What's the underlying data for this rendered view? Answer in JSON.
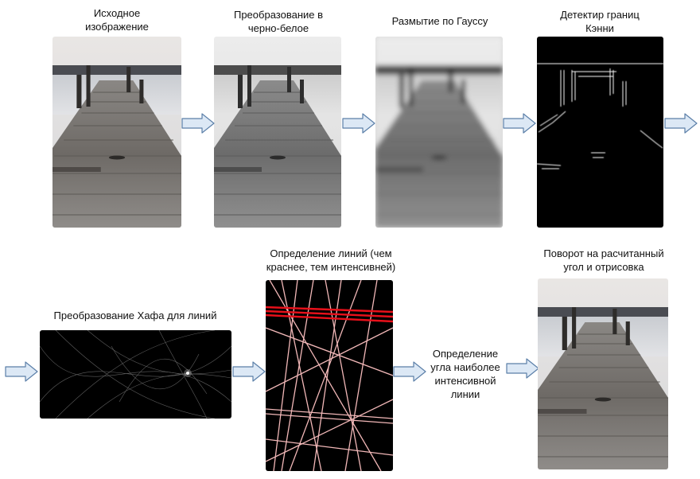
{
  "captions": {
    "original": "Исходное\nизображение",
    "grayscale": "Преобразование в\nчерно-белое",
    "blur": "Размытие по Гауссу",
    "canny": "Детектир границ\nКэнни",
    "hough": "Преобразование Хафа для линий",
    "lines": "Определение линий (чем\nкраснее, тем интенсивней)",
    "angle": "Определение\nугла наиболее\nинтенсивной\nлинии",
    "rotate": "Поворот на расчитанный\nугол и отрисовка"
  },
  "colors": {
    "arrow_fill": "#dce8f5",
    "arrow_stroke": "#5b7fa8",
    "strong_line": "#e8101a",
    "weak_line": "#f2b8b8"
  },
  "icons": {
    "arrow": "right-arrow-icon"
  }
}
